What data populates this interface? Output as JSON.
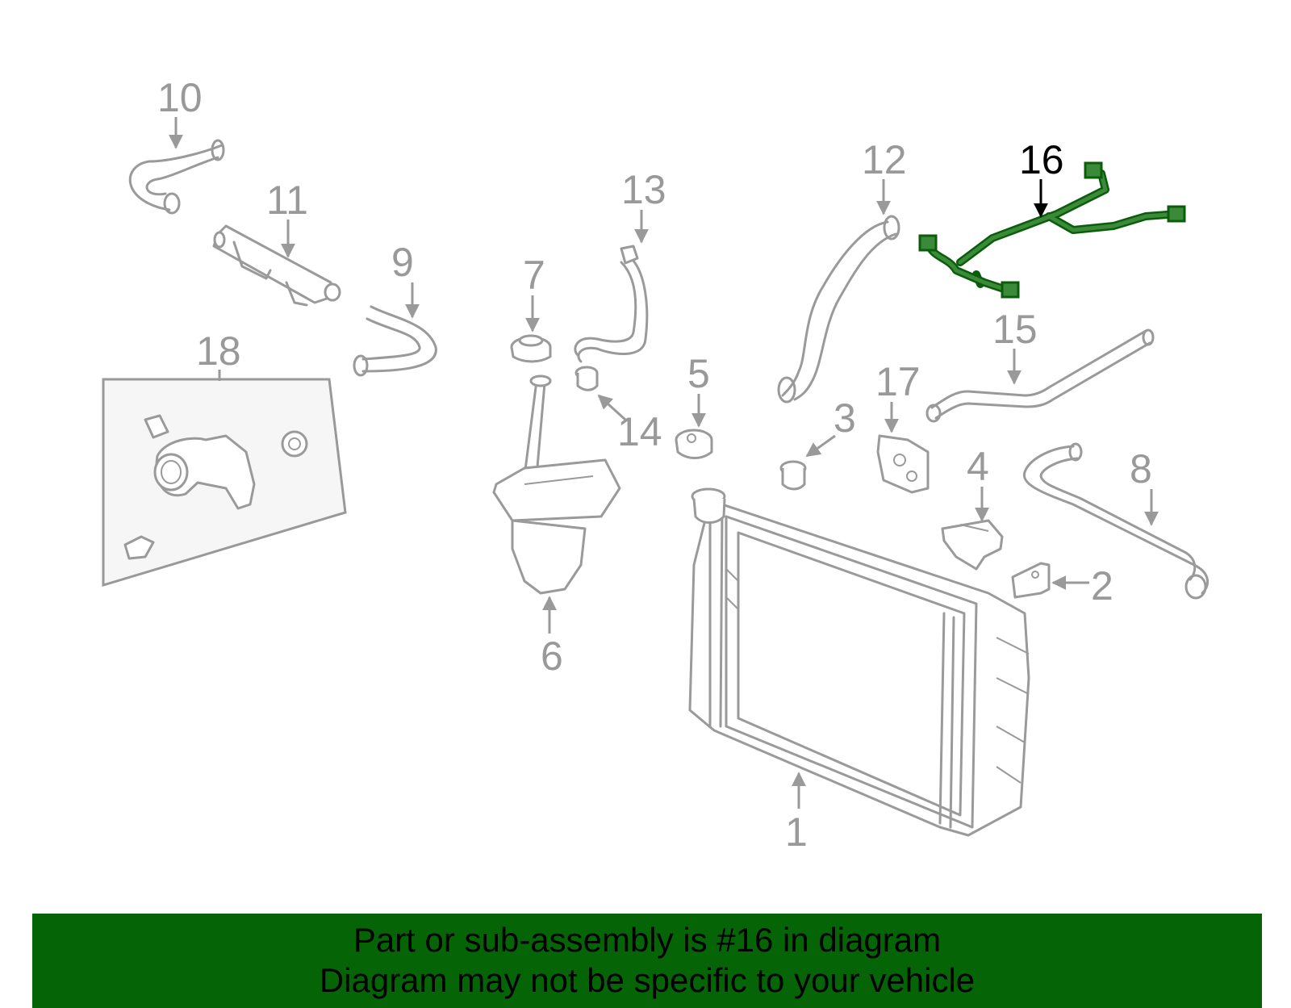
{
  "callouts": {
    "c1": "1",
    "c2": "2",
    "c3": "3",
    "c4": "4",
    "c5": "5",
    "c6": "6",
    "c7": "7",
    "c8": "8",
    "c9": "9",
    "c10": "10",
    "c11": "11",
    "c12": "12",
    "c13": "13",
    "c14": "14",
    "c15": "15",
    "c16": "16",
    "c17": "17",
    "c18": "18"
  },
  "highlighted_part": "16",
  "colors": {
    "highlight": "#0b5d0b",
    "banner_bg": "#056406",
    "line": "#9a9a9a"
  },
  "banner": {
    "line1": "Part or sub-assembly is #16 in diagram",
    "line2": "Diagram may not be specific to your vehicle"
  }
}
